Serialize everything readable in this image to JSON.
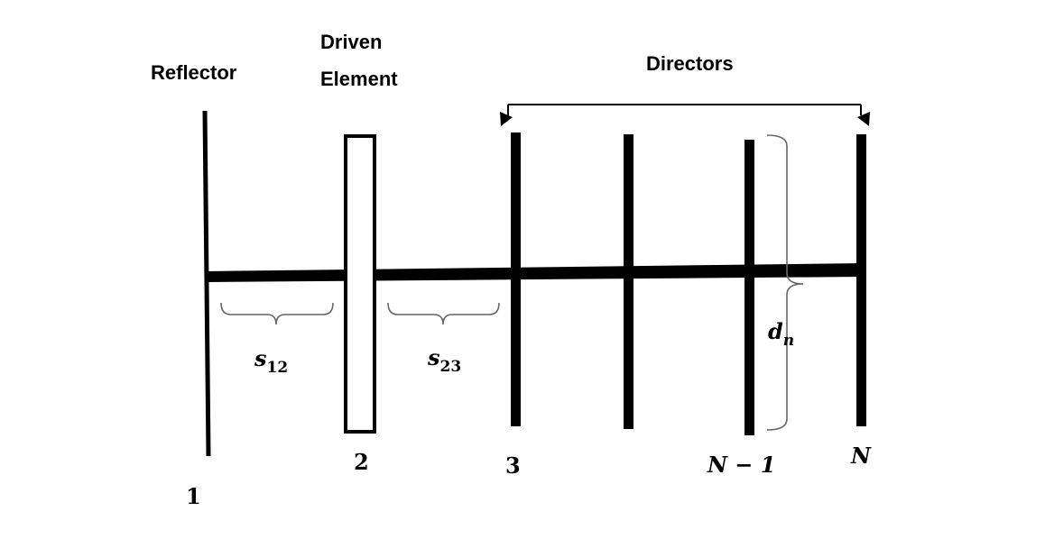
{
  "labels": {
    "reflector": "Reflector",
    "driven_line1": "Driven",
    "driven_line2": "Element",
    "directors": "Directors"
  },
  "element_numbers": {
    "reflector": "1",
    "driven": "2",
    "first_director": "3",
    "second_last": "N − 1",
    "last": "N"
  },
  "spacing": {
    "s12": {
      "base": "s",
      "sub": "12"
    },
    "s23": {
      "base": "s",
      "sub": "23"
    }
  },
  "director_length": {
    "base": "d",
    "sub": "n"
  }
}
